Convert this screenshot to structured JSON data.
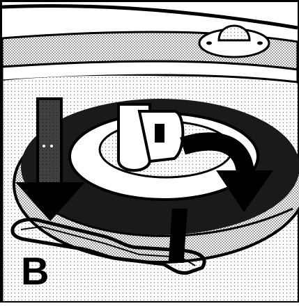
{
  "illustration": {
    "panel_label": "B",
    "colors": {
      "ink": "#000000",
      "paper": "#ffffff",
      "halftone": "#9a9a9a"
    },
    "depicts": [
      "car-boot-floor",
      "spare-wheel",
      "wing-nut-clamp",
      "strap-handle",
      "downward-arrow",
      "rotation-arrow"
    ]
  }
}
